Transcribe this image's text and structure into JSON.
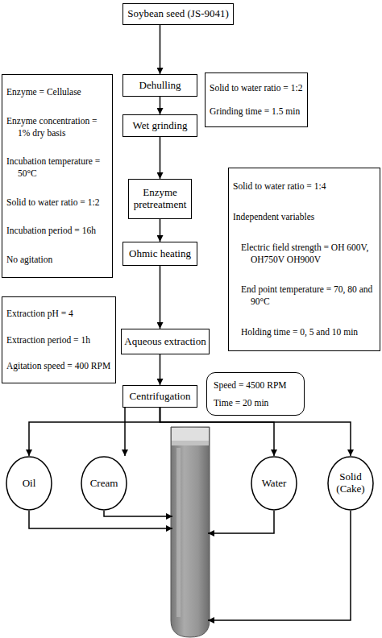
{
  "diagram": {
    "nodes": [
      {
        "text": [
          "Soybean seed (JS-9041)"
        ]
      },
      {
        "text": [
          "Enzyme = Cellulase",
          "Enzyme concentration = 1% dry basis",
          "Incubation temperature = 50°C",
          "Solid to water ratio = 1:2",
          "Incubation period = 16h",
          "No agitation"
        ]
      },
      {
        "text": [
          "Dehulling"
        ]
      },
      {
        "text": [
          "Solid to water ratio = 1:2",
          "Grinding time = 1.5 min"
        ]
      },
      {
        "text": [
          "Wet grinding"
        ]
      },
      {
        "text": [
          "Solid to water ratio = 1:4",
          "Independent variables",
          "Electric field strength = OH 600V, OH750V OH900V",
          "End point temperature = 70, 80 and 90°C",
          "Holding time = 0, 5 and 10 min"
        ]
      },
      {
        "text": [
          "Enzyme pretreatment"
        ]
      },
      {
        "text": [
          "Ohmic heating"
        ]
      },
      {
        "text": [
          "Extraction pH = 4",
          "Extraction period = 1h",
          "Agitation speed = 400 RPM"
        ]
      },
      {
        "text": [
          "Aqueous extraction"
        ]
      },
      {
        "text": [
          "Centrifugation"
        ]
      },
      {
        "text": [
          "Speed = 4500 RPM",
          "Time = 20 min"
        ]
      },
      {
        "text": [
          "Oil"
        ]
      },
      {
        "text": [
          "Cream"
        ]
      },
      {
        "text": [
          "Water"
        ]
      },
      {
        "text": [
          "Solid (Cake)"
        ]
      }
    ],
    "edges": [
      {
        "from": 0,
        "to": 2,
        "arrow": "to"
      },
      {
        "from": 2,
        "to": 4,
        "arrow": "to"
      },
      {
        "from": 4,
        "to": 6,
        "arrow": "to"
      },
      {
        "from": 6,
        "to": 7,
        "arrow": "to"
      },
      {
        "from": 7,
        "to": 9,
        "arrow": "to"
      },
      {
        "from": 9,
        "to": 10,
        "arrow": "to"
      },
      {
        "from": 10,
        "to": 12,
        "arrow": "to"
      },
      {
        "from": 10,
        "to": 13,
        "arrow": "to"
      },
      {
        "from": 10,
        "to": 14,
        "arrow": "to"
      },
      {
        "from": 10,
        "to": 15,
        "arrow": "to"
      }
    ]
  }
}
